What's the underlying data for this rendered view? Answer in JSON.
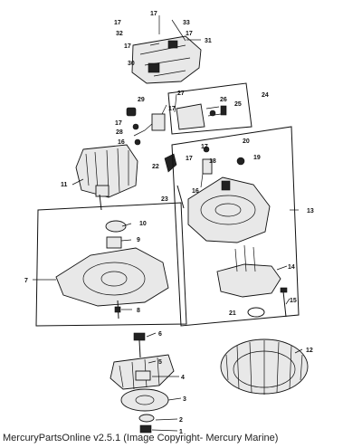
{
  "callouts": {
    "c1": "1",
    "c2": "2",
    "c3": "3",
    "c4": "4",
    "c5": "5",
    "c6": "6",
    "c7": "7",
    "c8": "8",
    "c9": "9",
    "c10": "10",
    "c11": "11",
    "c12": "12",
    "c13": "13",
    "c14": "14",
    "c15": "15",
    "c16a": "16",
    "c16b": "16",
    "c17a": "17",
    "c17b": "17",
    "c17c": "17",
    "c17d": "17",
    "c17e": "17",
    "c17f": "17",
    "c17g": "17",
    "c18": "18",
    "c19": "19",
    "c20": "20",
    "c21": "21",
    "c22": "22",
    "c23": "23",
    "c24": "24",
    "c25": "25",
    "c26": "26",
    "c27": "27",
    "c28": "28",
    "c29": "29",
    "c30": "30",
    "c31": "31",
    "c32": "32",
    "c33": "33"
  },
  "footer": {
    "text": "MercuryPartsOnline v2.5.1 (Image Copyright- Mercury Marine)"
  }
}
